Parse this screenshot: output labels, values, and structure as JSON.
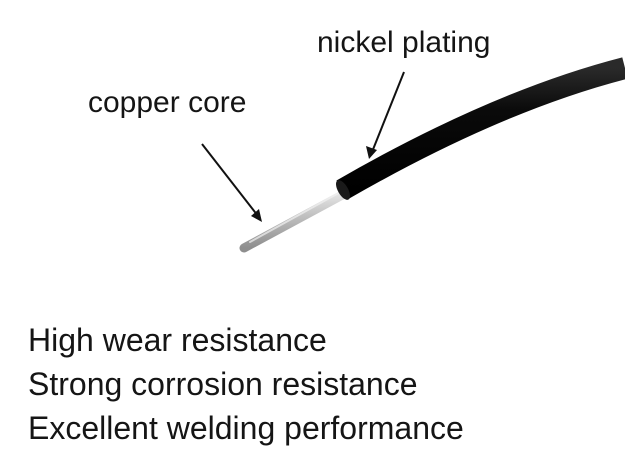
{
  "labels": {
    "copper_core": "copper core",
    "nickel_plating": "nickel plating"
  },
  "features": [
    "High wear resistance",
    "Strong corrosion resistance",
    "Excellent welding performance"
  ],
  "colors": {
    "background": "#ffffff",
    "text": "#151515",
    "wire_insulation": "#0b0b0b",
    "bare_conductor": "#c9c9c9",
    "arrow": "#111111"
  },
  "icons": {
    "copper_arrow": "arrow-down-right",
    "nickel_arrow": "arrow-down-left"
  }
}
